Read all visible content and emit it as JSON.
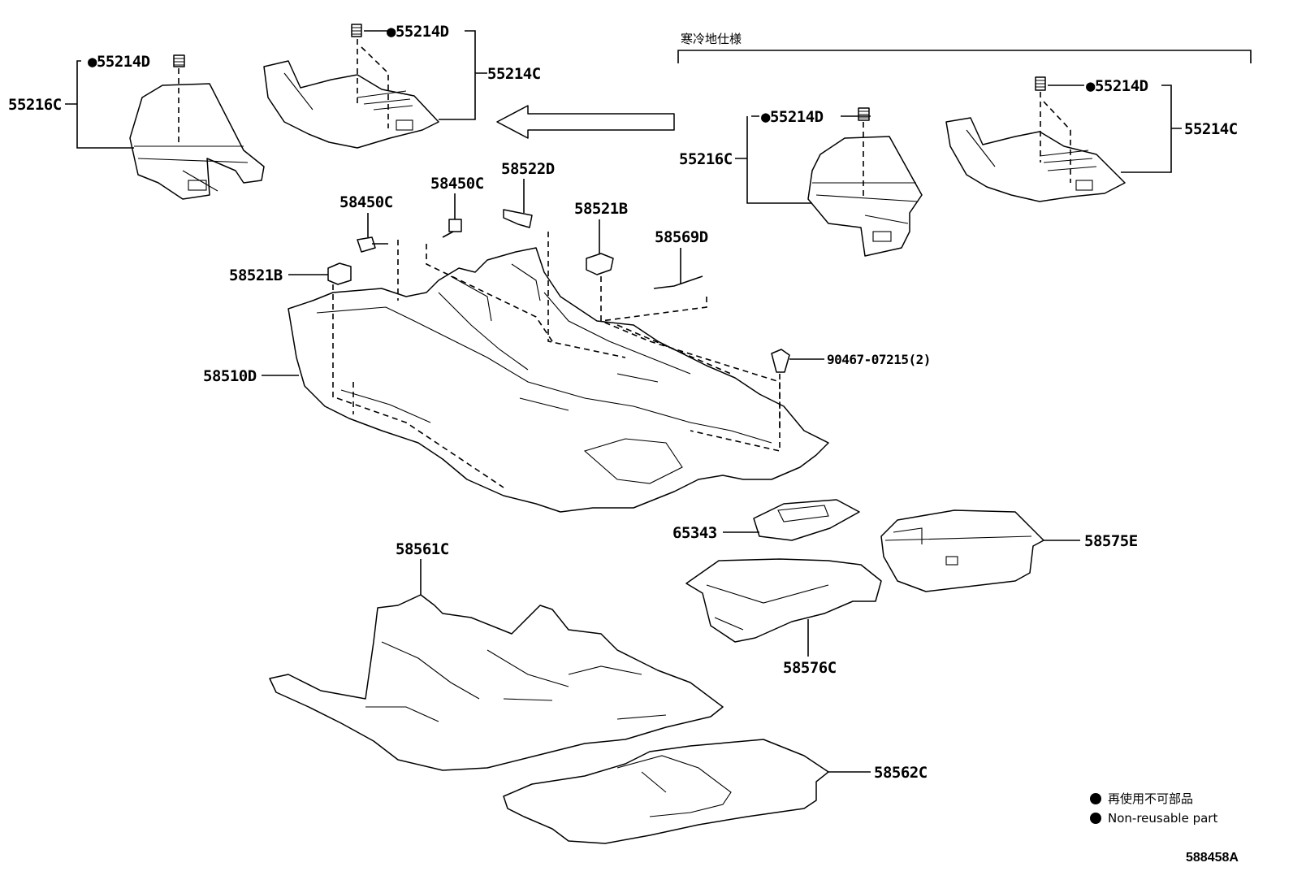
{
  "cold_spec_label": "寒冷地仕様",
  "parts": {
    "p55214D_a": "●55214D",
    "p55214D_b": "●55214D",
    "p55214D_c": "●55214D",
    "p55214D_d": "●55214D",
    "p55214C_a": "55214C",
    "p55214C_b": "55214C",
    "p55216C_a": "55216C",
    "p55216C_b": "55216C",
    "p58450C_a": "58450C",
    "p58450C_b": "58450C",
    "p58522D": "58522D",
    "p58521B_a": "58521B",
    "p58521B_b": "58521B",
    "p58569D": "58569D",
    "p58510D": "58510D",
    "p90467": "90467-07215(2)",
    "p65343": "65343",
    "p58575E": "58575E",
    "p58561C": "58561C",
    "p58576C": "58576C",
    "p58562C": "58562C"
  },
  "legend": {
    "jp": "再使用不可部品",
    "en": "Non-reusable part"
  },
  "diagram_id": "588458A"
}
